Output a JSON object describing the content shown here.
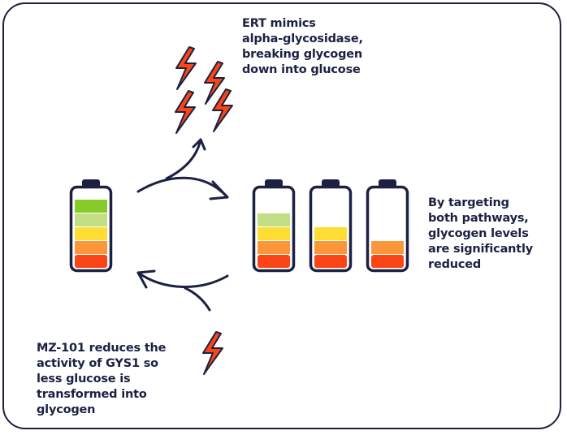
{
  "texts": {
    "ert": [
      "ERT mimics",
      "alpha-glycosidase,",
      "breaking glycogen",
      "down into glucose"
    ],
    "both": [
      "By targeting",
      "both pathways,",
      "glycogen levels",
      "are significantly",
      "reduced"
    ],
    "mz": [
      "MZ-101 reduces the",
      "activity of GYS1 so",
      "less glucose is",
      "transformed into",
      "glycogen"
    ]
  },
  "batteries": [
    {
      "label": "full",
      "level": 5
    },
    {
      "label": "after-one",
      "level": 4
    },
    {
      "label": "after-two",
      "level": 3
    },
    {
      "label": "after-both",
      "level": 2
    }
  ],
  "colors": {
    "outline": "#1c2143",
    "segments": [
      "#fc4516",
      "#fb963a",
      "#fede35",
      "#c2de85",
      "#87cb2a"
    ],
    "bolt": "#fc4516"
  }
}
